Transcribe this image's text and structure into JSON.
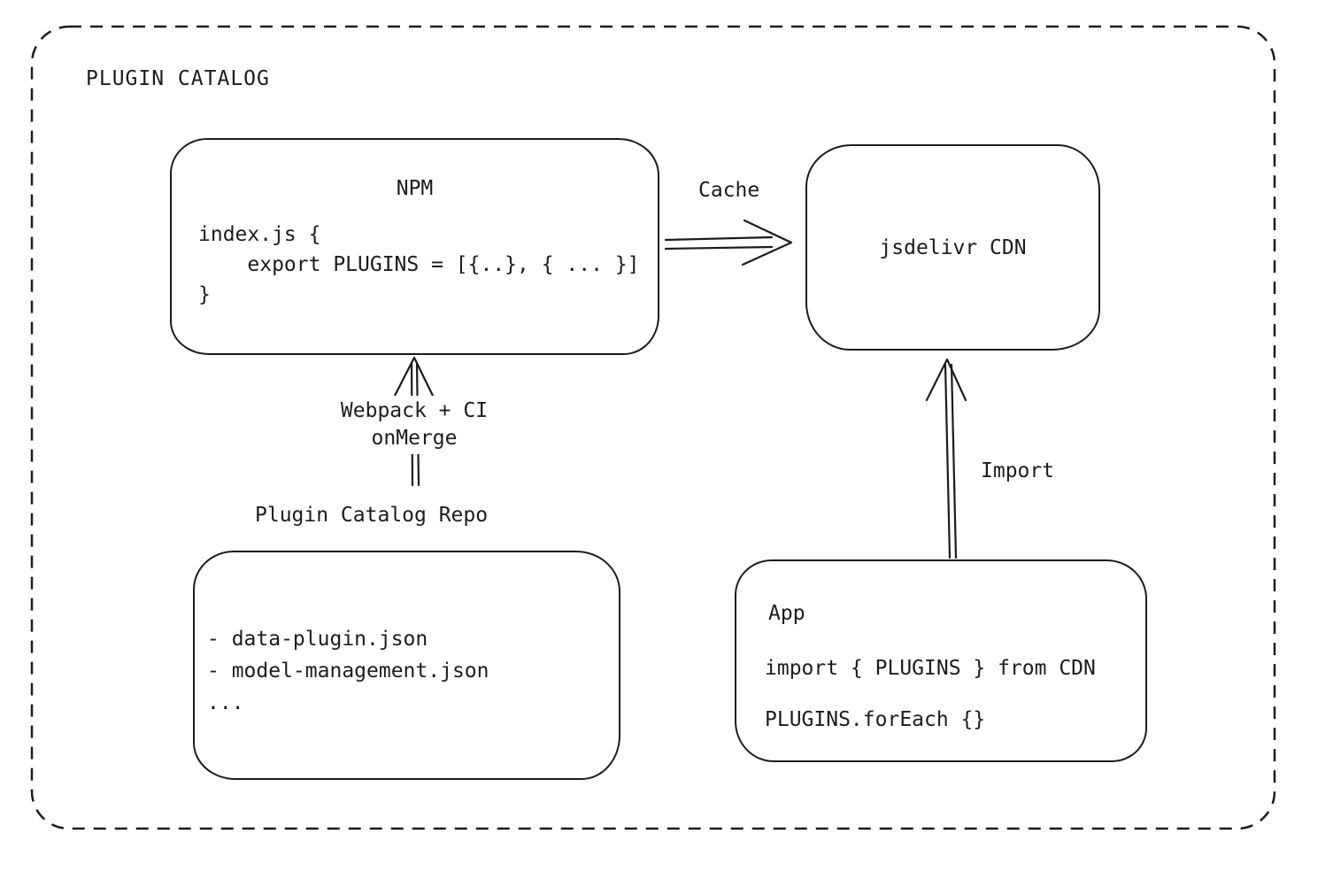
{
  "diagram": {
    "title": "PLUGIN CATALOG",
    "colors": {
      "stroke": "#1c1c1c",
      "background": "#ffffff"
    },
    "nodes": {
      "npm": {
        "title": "NPM",
        "code_lines": [
          "index.js {",
          "    export PLUGINS = [{..}, { ... }]",
          "}"
        ]
      },
      "cdn": {
        "title": "jsdelivr CDN"
      },
      "repo": {
        "title": "Plugin Catalog Repo",
        "items": [
          "- data-plugin.json",
          "- model-management.json",
          "..."
        ]
      },
      "app": {
        "title": "App",
        "lines": [
          "import { PLUGINS } from CDN",
          "PLUGINS.forEach {}"
        ]
      }
    },
    "edges": {
      "cache": {
        "label": "Cache",
        "from": "NPM",
        "to": "jsdelivr CDN"
      },
      "build": {
        "label_lines": [
          "Webpack + CI",
          "onMerge"
        ],
        "from": "Plugin Catalog Repo",
        "to": "NPM"
      },
      "import": {
        "label": "Import",
        "from": "App",
        "to": "jsdelivr CDN"
      }
    }
  }
}
